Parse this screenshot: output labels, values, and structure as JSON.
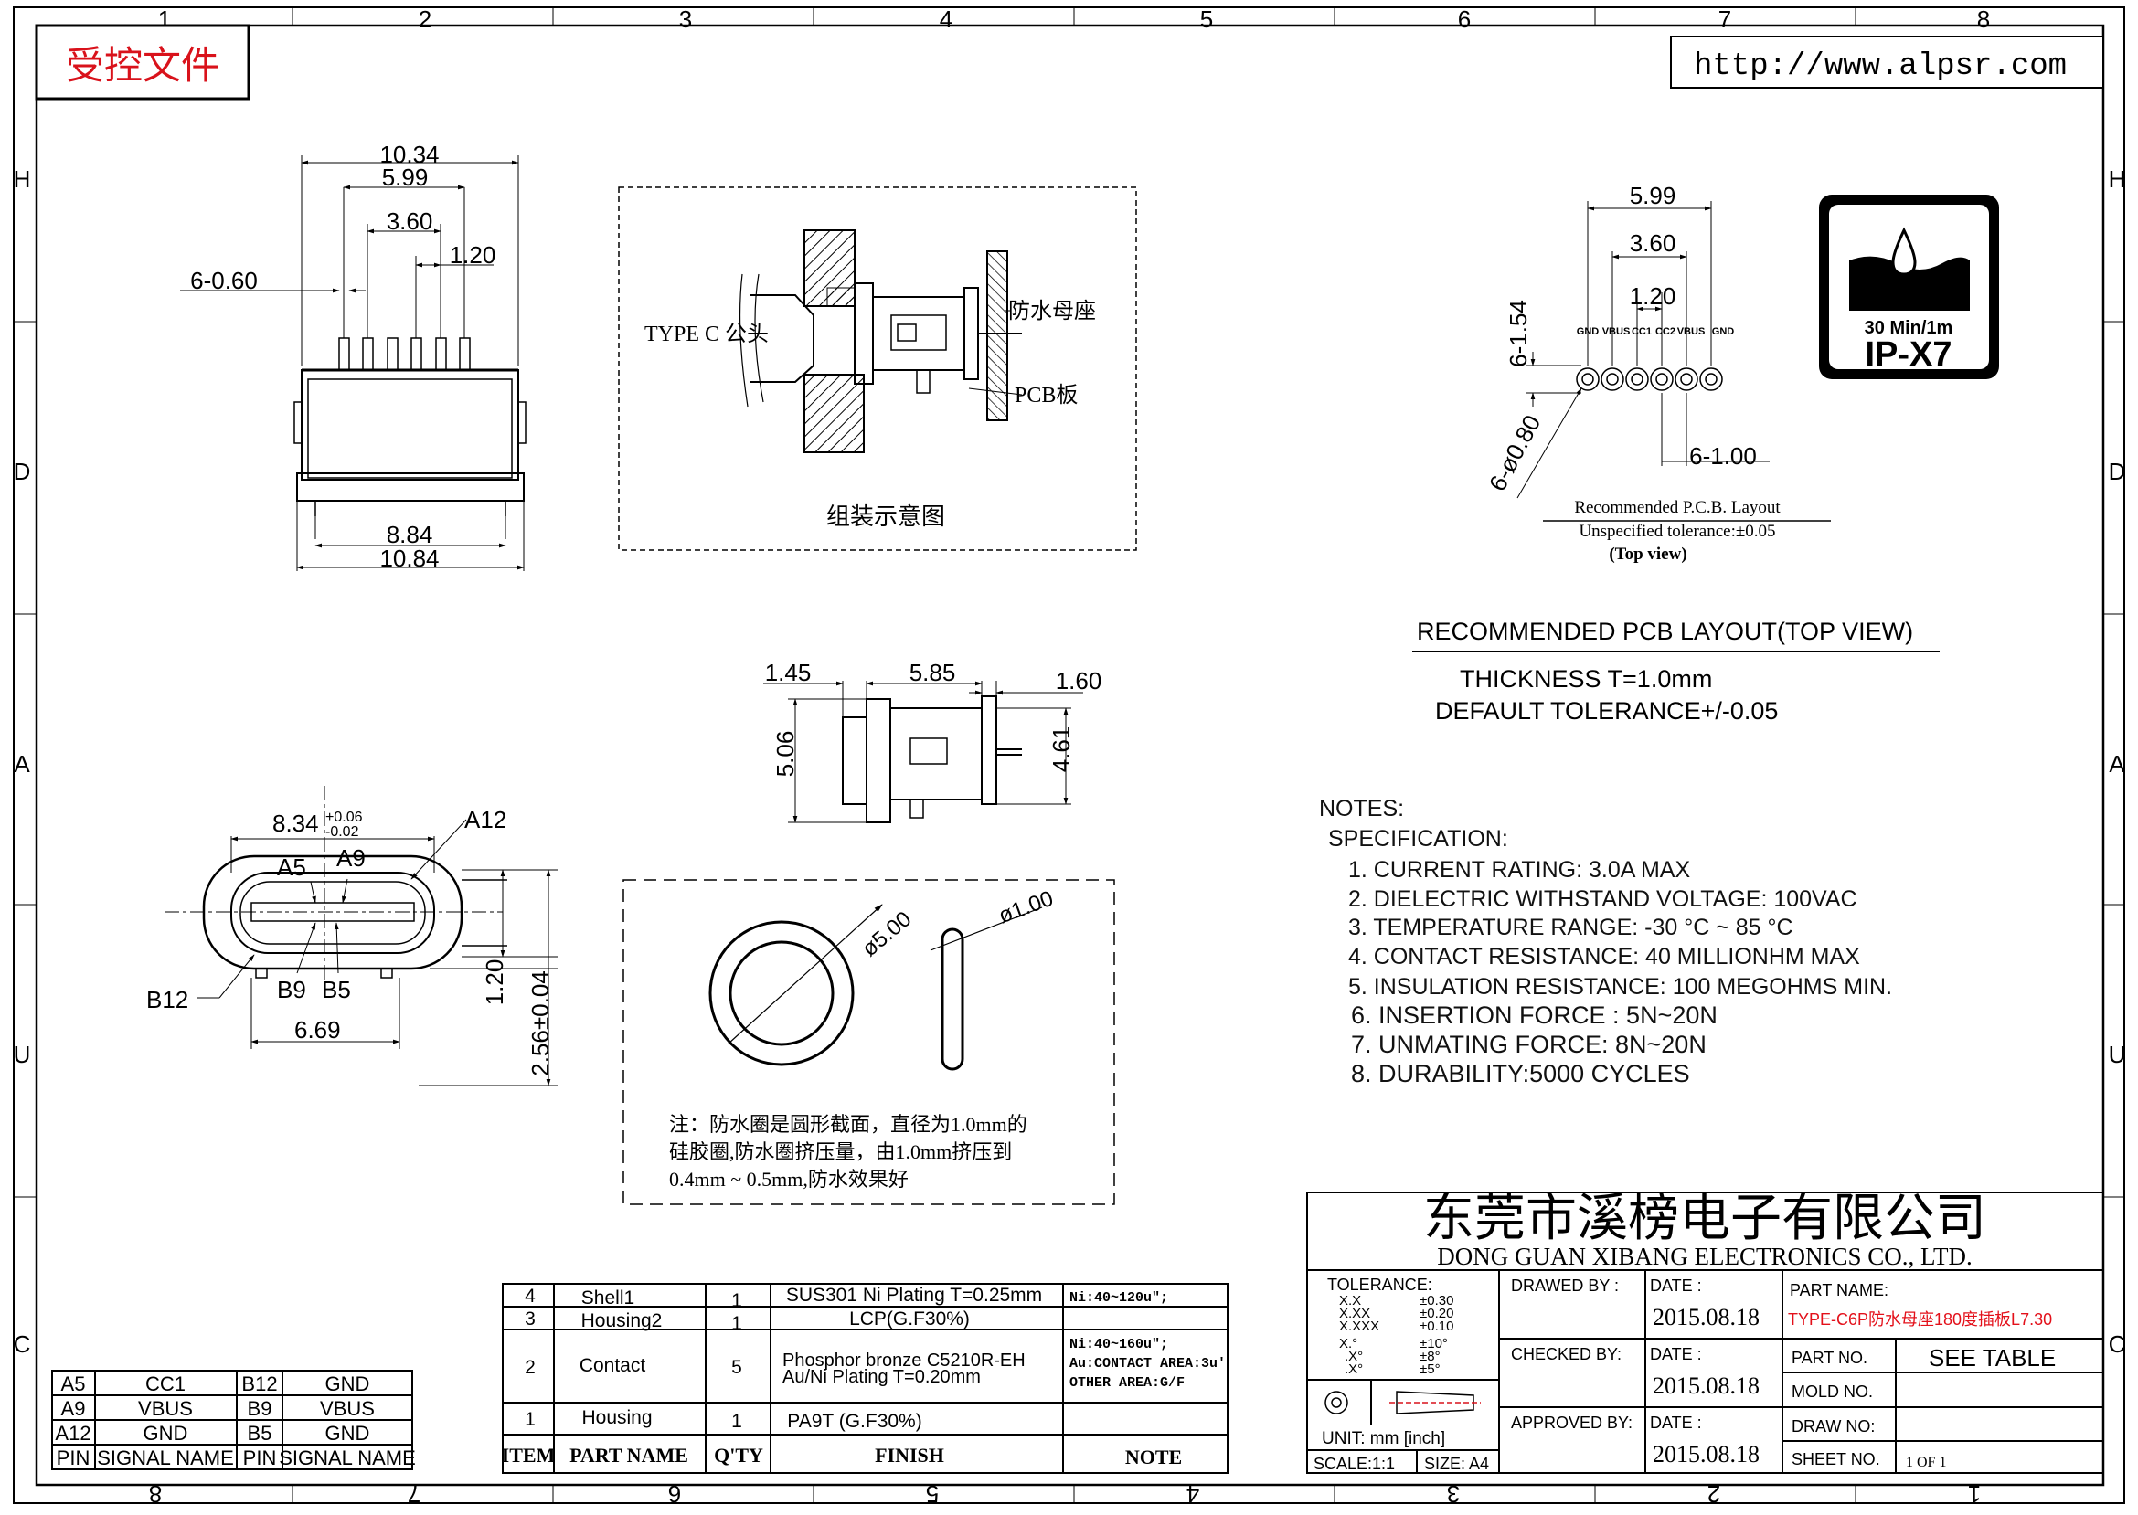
{
  "stamp": "受控文件",
  "website": "http://www.alpsr.com",
  "grid": {
    "cols_top": [
      "1",
      "2",
      "3",
      "4",
      "5",
      "6",
      "7",
      "8"
    ],
    "cols_bottom": [
      "8",
      "7",
      "6",
      "5",
      "4",
      "3",
      "2",
      "1"
    ],
    "rows": [
      "H",
      "D",
      "A",
      "U",
      "C"
    ]
  },
  "front_view": {
    "dims": {
      "w1034": "10.34",
      "w599": "5.99",
      "w360": "3.60",
      "pitch": "1.20",
      "pins": "6-0.60",
      "w884": "8.84",
      "w1084": "10.84"
    }
  },
  "assembly": {
    "plug_label": "TYPE C 公头",
    "socket_label": "防水母座",
    "pcb_label": "PCB板",
    "caption": "组装示意图"
  },
  "pcb_layout": {
    "dims": {
      "w599": "5.99",
      "w360": "3.60",
      "pitch": "1.20",
      "pad_h": "6-1.54",
      "holes": "6-ø0.80",
      "pads": "6-1.00"
    },
    "pin_labels": [
      "GND",
      "VBUS",
      "CC1",
      "CC2",
      "VBUS",
      "GND"
    ],
    "caption1": "Recommended P.C.B. Layout",
    "caption2": "Unspecified tolerance:±0.05",
    "caption3": "(Top view)"
  },
  "ip_badge": {
    "time": "30 Min/1m",
    "rating": "IP-X7"
  },
  "pcb_title": {
    "heading": "RECOMMENDED PCB LAYOUT(TOP VIEW)",
    "thickness": "THICKNESS T=1.0mm",
    "tolerance": "DEFAULT TOLERANCE+/-0.05"
  },
  "side_view": {
    "dims": {
      "a": "1.45",
      "b": "5.85",
      "c": "1.60",
      "h1": "5.06",
      "h2": "4.61"
    }
  },
  "end_view": {
    "width": "8.34",
    "tol_plus": "+0.06",
    "tol_minus": "-0.02",
    "labels": {
      "a12": "A12",
      "a5": "A5",
      "a9": "A9",
      "b12": "B12",
      "b9": "B9",
      "b5": "B5"
    },
    "dims": {
      "w669": "6.69",
      "h120": "1.20",
      "h256": "2.56±0.04"
    }
  },
  "oring": {
    "d_outer": "ø5.00",
    "d_section": "ø1.00",
    "note": [
      "注：防水圈是圆形截面，直径为1.0mm的",
      "硅胶圈,防水圈挤压量，由1.0mm挤压到",
      "0.4mm ~ 0.5mm,防水效果好"
    ]
  },
  "notes": {
    "title": "NOTES:",
    "spec": "SPECIFICATION:",
    "items": [
      "1. CURRENT RATING: 3.0A MAX",
      "2. DIELECTRIC WITHSTAND VOLTAGE: 100VAC",
      "3. TEMPERATURE RANGE: -30 °C ~ 85 °C",
      "4. CONTACT RESISTANCE: 40 MILLIONHM MAX",
      "5. INSULATION RESISTANCE: 100 MEGOHMS MIN.",
      "6. INSERTION FORCE : 5N~20N",
      "7. UNMATING FORCE: 8N~20N",
      "8. DURABILITY:5000 CYCLES"
    ]
  },
  "pin_table": {
    "headers": [
      "PIN",
      "SIGNAL NAME",
      "PIN",
      "SIGNAL NAME"
    ],
    "rows": [
      [
        "A5",
        "CC1",
        "B12",
        "GND"
      ],
      [
        "A9",
        "VBUS",
        "B9",
        "VBUS"
      ],
      [
        "A12",
        "GND",
        "B5",
        "GND"
      ]
    ]
  },
  "bom": {
    "headers": [
      "ITEM",
      "PART NAME",
      "Q'TY",
      "FINISH",
      "NOTE"
    ],
    "rows": [
      {
        "item": "4",
        "part": "Shell1",
        "qty": "1",
        "finish": [
          "SUS301 Ni Plating T=0.25mm"
        ],
        "note": [
          "Ni:40~120u\";"
        ]
      },
      {
        "item": "3",
        "part": "Housing2",
        "qty": "1",
        "finish": [
          "LCP(G.F30%)"
        ],
        "note": []
      },
      {
        "item": "2",
        "part": "Contact",
        "qty": "5",
        "finish": [
          "Phosphor bronze C5210R-EH",
          "Au/Ni Plating T=0.20mm"
        ],
        "note": [
          "Ni:40~160u\";",
          "Au:CONTACT AREA:3u'",
          "OTHER AREA:G/F"
        ]
      },
      {
        "item": "1",
        "part": "Housing",
        "qty": "1",
        "finish": [
          "PA9T (G.F30%)"
        ],
        "note": []
      }
    ]
  },
  "title_block": {
    "company_cn": "东莞市溪榜电子有限公司",
    "company_en": "DONG GUAN XIBANG ELECTRONICS CO., LTD.",
    "tolerance_title": "TOLERANCE:",
    "tol_keys": [
      "X.X",
      "X.XX",
      "X.XXX",
      "X.°",
      ".X°",
      ".X°"
    ],
    "tol_vals": [
      "±0.30",
      "±0.20",
      "±0.10",
      "±10°",
      "±8°",
      "±5°"
    ],
    "drawn_by": "DRAWED BY :",
    "checked_by": "CHECKED BY:",
    "approved_by": "APPROVED BY:",
    "date_label": "DATE :",
    "dates": [
      "2015.08.18",
      "2015.08.18",
      "2015.08.18"
    ],
    "part_name_label": "PART NAME:",
    "part_name": "TYPE-C6P防水母座180度插板L7.30",
    "part_no_label": "PART NO.",
    "part_no": "SEE TABLE",
    "mold_no_label": "MOLD NO.",
    "draw_no_label": "DRAW NO:",
    "sheet_label": "SHEET NO.",
    "sheet": "1 OF 1",
    "unit_label": "UNIT: mm [inch]",
    "scale": "SCALE:1:1",
    "size": "SIZE: A4"
  },
  "colors": {
    "stamp": "#d9121b",
    "part_name": "#e3101a",
    "ink": "#000000"
  }
}
